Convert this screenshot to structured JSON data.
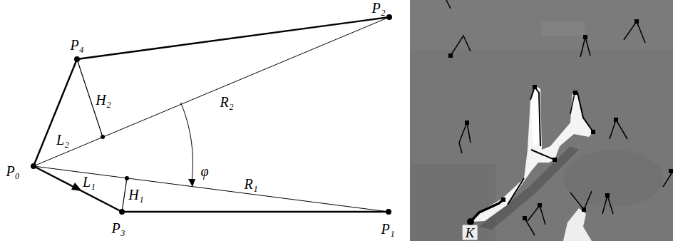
{
  "diagram": {
    "labels": [
      "P₂",
      "P₄",
      "H₂",
      "R₂",
      "L₂",
      "φ",
      "P₀",
      "L₁",
      "R₁",
      "H₁",
      "P₃",
      "P₁",
      "K"
    ]
  }
}
